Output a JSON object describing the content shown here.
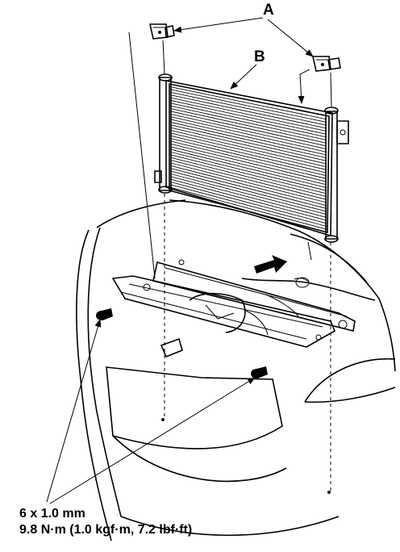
{
  "labels": {
    "a": "A",
    "b": "B"
  },
  "fastener": {
    "size": "6 x 1.0 mm",
    "torque": "9.8 N·m (1.0 kgf·m, 7.2 lbf·ft)"
  }
}
